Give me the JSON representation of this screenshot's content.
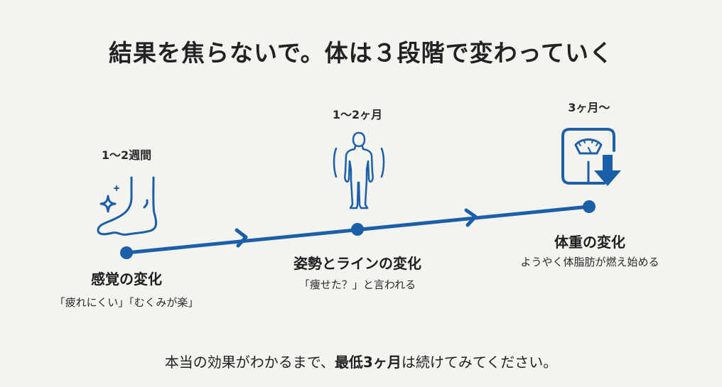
{
  "title": "結果を焦らないで。体は３段階で変わっていく",
  "colors": {
    "background": "#f3f3f0",
    "accent_blue": "#1b5fa8",
    "text": "#1e1e1e"
  },
  "stages": [
    {
      "period": "1〜2週間",
      "icon": "foot-sparkle-icon",
      "title": "感覚の変化",
      "description": "「疲れにくい」「むくみが楽」"
    },
    {
      "period": "1〜2ヶ月",
      "icon": "body-silhouette-icon",
      "title": "姿勢とラインの変化",
      "description": "「痩せた？」と言われる"
    },
    {
      "period": "3ヶ月〜",
      "icon": "scale-down-arrow-icon",
      "title": "体重の変化",
      "description": "ようやく体脂肪が燃え始める"
    }
  ],
  "footer": {
    "prefix": "本当の効果がわかるまで、",
    "emphasis": "最低3ヶ月",
    "suffix": "は続けてみてください。"
  }
}
